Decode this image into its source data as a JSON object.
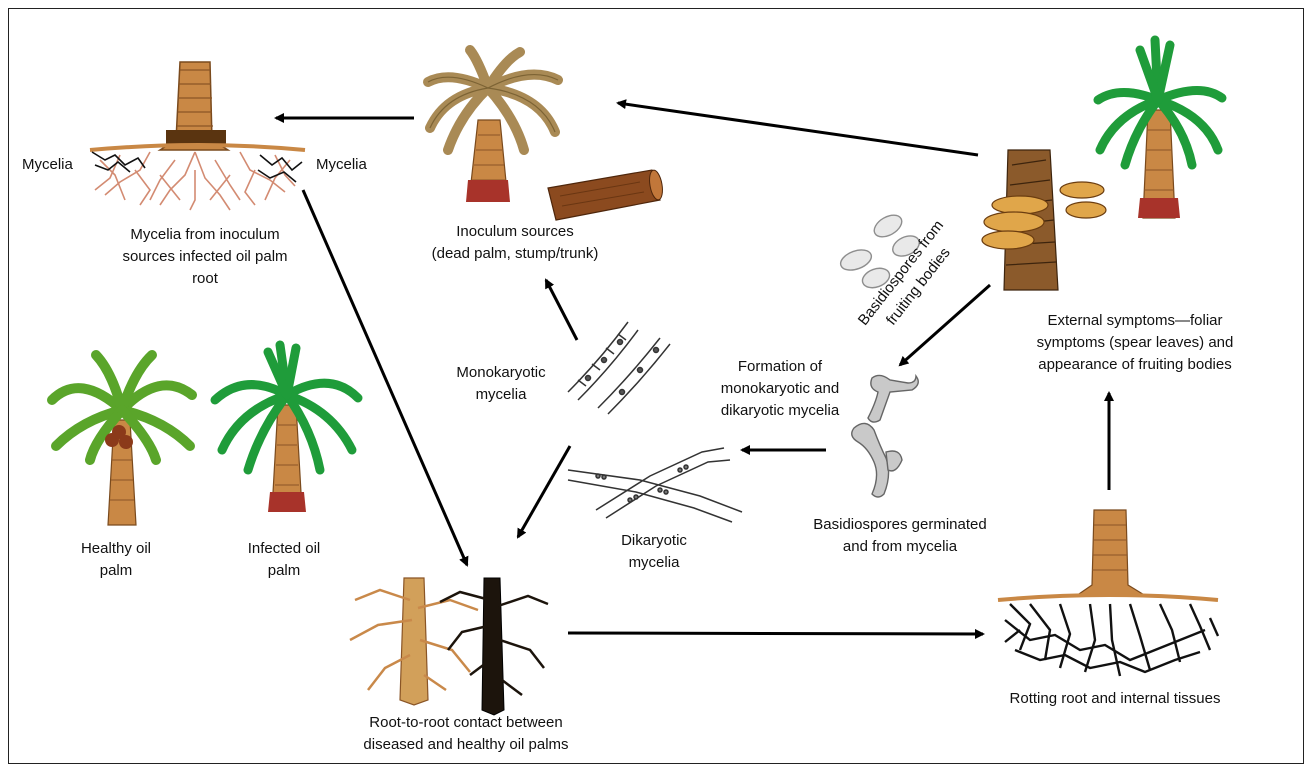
{
  "labels": {
    "mycelia_left": "Mycelia",
    "mycelia_right": "Mycelia",
    "mycelia_from_inoculum": [
      "Mycelia from inoculum",
      "sources  infected oil palm",
      "root"
    ],
    "inoculum_sources": [
      "Inoculum sources",
      "(dead palm, stump/trunk)"
    ],
    "basidiospores_fruiting": [
      "Basidiospores from",
      "fruiting bodies"
    ],
    "external_symptoms": [
      "External symptoms—foliar",
      "symptoms (spear leaves) and",
      "appearance of fruiting bodies"
    ],
    "monokaryotic": [
      "Monokaryotic",
      "mycelia"
    ],
    "formation": [
      "Formation of",
      "monokaryotic  and",
      "dikaryotic mycelia"
    ],
    "healthy": [
      "Healthy oil",
      "palm"
    ],
    "infected": [
      "Infected oil",
      "palm"
    ],
    "dikaryotic": [
      "Dikaryotic",
      "mycelia"
    ],
    "basidiospores_germinated": [
      "Basidiospores germinated",
      "and from mycelia"
    ],
    "root_contact": [
      "Root-to-root  contact between",
      "diseased and healthy oil palms"
    ],
    "rotting_root": "Rotting root  and internal tissues"
  },
  "colors": {
    "arrow": "#000000",
    "trunk": "#b5793e",
    "healthy_frond": "#5aa52a",
    "infected_frond": "#1f9c3a",
    "dead_frond": "#a98a55",
    "root": "#c9785f",
    "rot": "#111111",
    "spore": "#9a9a9a",
    "log": "#8b4a1f",
    "bracket": "#e0a64a"
  }
}
